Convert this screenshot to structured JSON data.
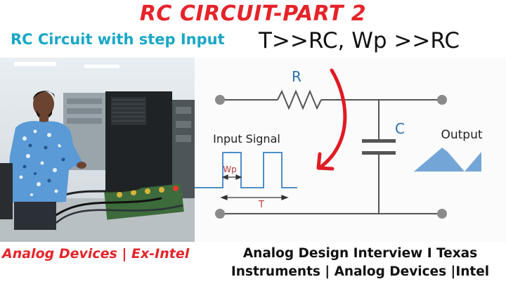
{
  "thumbnail": {
    "title": "RC CIRCUIT-PART 2",
    "subtitle": "RC Circuit with step Input",
    "condition": "T>>RC, Wp >>RC",
    "company": "Analog Devices | Ex-Intel",
    "footer_line1": "Analog Design Interview I Texas",
    "footer_line2": "Instruments | Analog Devices |Intel"
  },
  "circuit": {
    "resistor_label": "R",
    "capacitor_label": "C",
    "input_label": "Input Signal",
    "output_label": "Output",
    "pulse_width_label": "Wp",
    "period_label": "T"
  },
  "colors": {
    "title": "#e5242a",
    "subtitle": "#19a7c7",
    "circuit_label_blue": "#2c6fb0",
    "arrow": "#e01b23"
  }
}
